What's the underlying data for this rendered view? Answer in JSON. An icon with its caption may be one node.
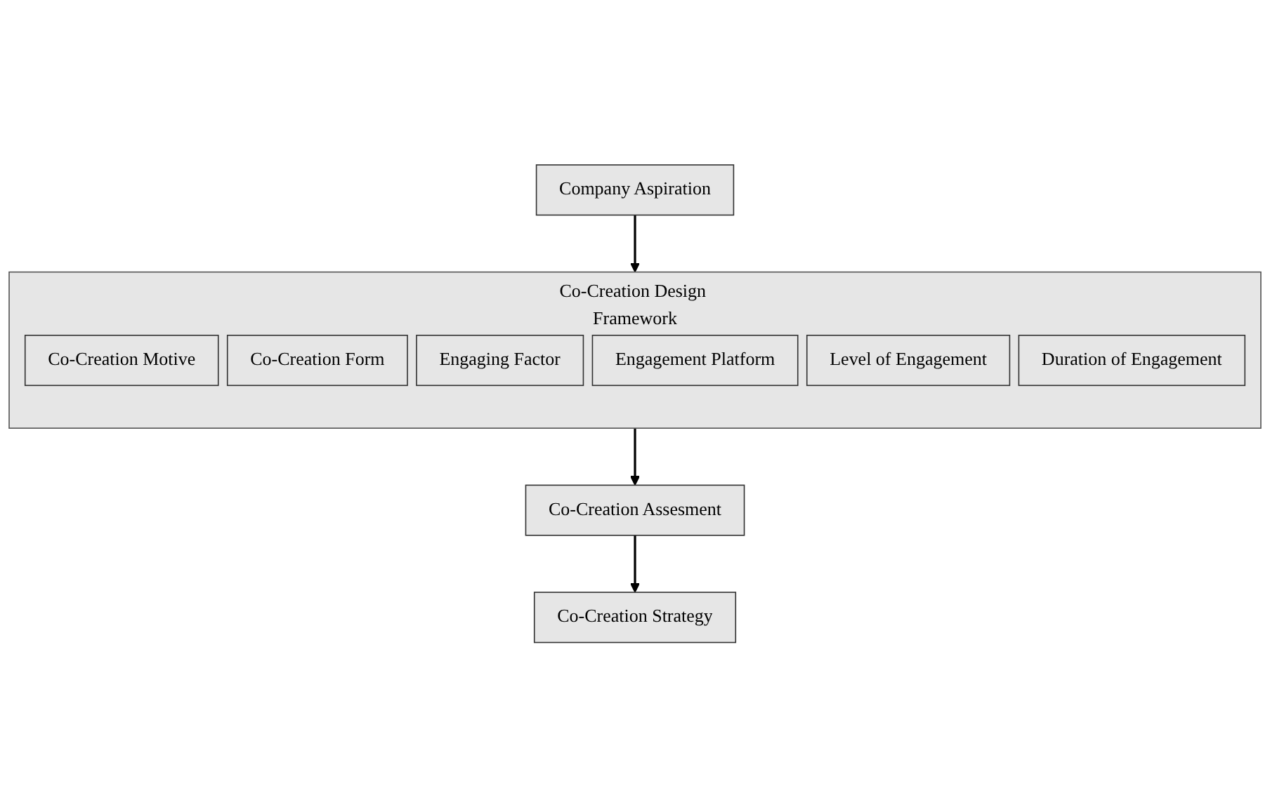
{
  "diagram": {
    "nodes": [
      {
        "text": [
          "Company Aspiration"
        ]
      },
      {
        "text": [
          "Co-Creation Design Framework"
        ]
      },
      {
        "text": [
          "Co-Creation Motive"
        ],
        "in": 1
      },
      {
        "text": [
          "Co-Creation Form"
        ],
        "in": 1
      },
      {
        "text": [
          "Engaging Factor"
        ],
        "in": 1
      },
      {
        "text": [
          "Engagement Platform"
        ],
        "in": 1
      },
      {
        "text": [
          "Level of Engagement"
        ],
        "in": 1
      },
      {
        "text": [
          "Duration of Engagement"
        ],
        "in": 1
      },
      {
        "text": [
          "Co-Creation Assesment"
        ]
      },
      {
        "text": [
          "Co-Creation Strategy"
        ]
      }
    ],
    "edges": [
      {
        "from": 0,
        "to": 1,
        "arrow": "to"
      },
      {
        "from": 1,
        "to": 8,
        "arrow": "to"
      },
      {
        "from": 8,
        "to": 9,
        "arrow": "to"
      }
    ]
  }
}
